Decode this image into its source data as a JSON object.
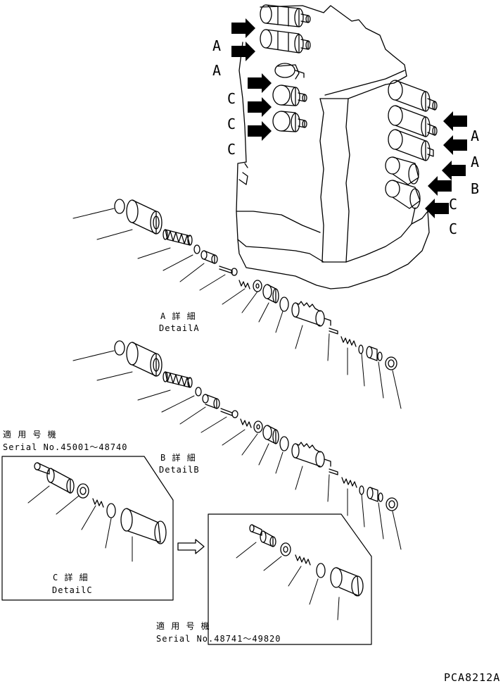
{
  "callouts_left": [
    "A",
    "A",
    "C",
    "C",
    "C"
  ],
  "callouts_right": [
    "A",
    "A",
    "B",
    "C",
    "C"
  ],
  "detail_a": {
    "jp": "A 詳 細",
    "en": "DetailA"
  },
  "detail_b": {
    "jp": "B 詳 細",
    "en": "DetailB"
  },
  "detail_c": {
    "jp": "C 詳 細",
    "en": "DetailC"
  },
  "serial_1": {
    "jp": "適 用 号 機",
    "en": "Serial No.45001～48740"
  },
  "serial_2": {
    "jp": "適 用 号 機",
    "en": "Serial No.48741～49820"
  },
  "drawing_code": "PCA8212A",
  "colors": {
    "ink": "#000000",
    "paper": "#ffffff"
  }
}
